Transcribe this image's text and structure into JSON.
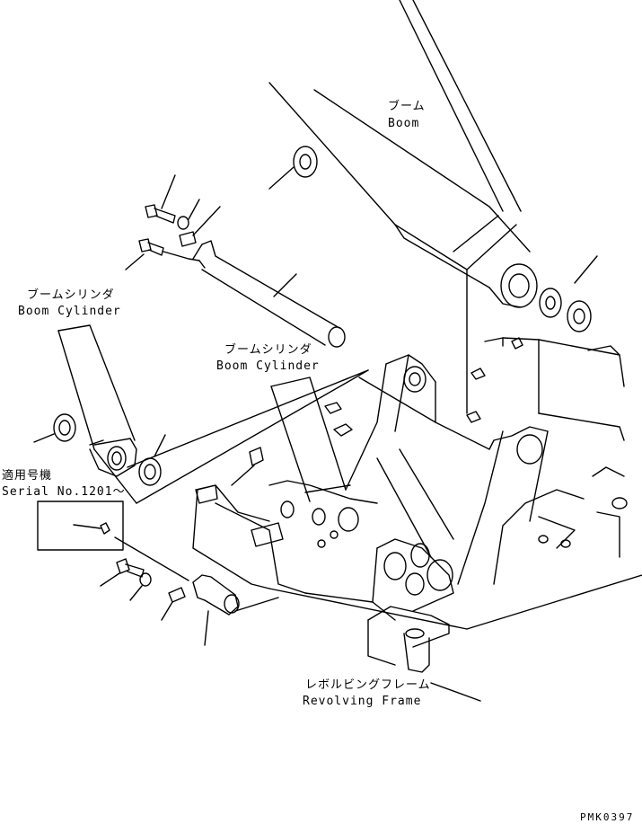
{
  "labels": {
    "boom_jp": "ブーム",
    "boom_en": "Boom",
    "boom_cyl_left_jp": "ブームシリンダ",
    "boom_cyl_left_en": "Boom Cylinder",
    "boom_cyl_center_jp": "ブームシリンダ",
    "boom_cyl_center_en": "Boom Cylinder",
    "serial_jp": "適用号機",
    "serial_en": "Serial No.1201～",
    "frame_jp": "レボルビングフレーム",
    "frame_en": "Revolving Frame",
    "drawing_code": "PMK0397"
  }
}
